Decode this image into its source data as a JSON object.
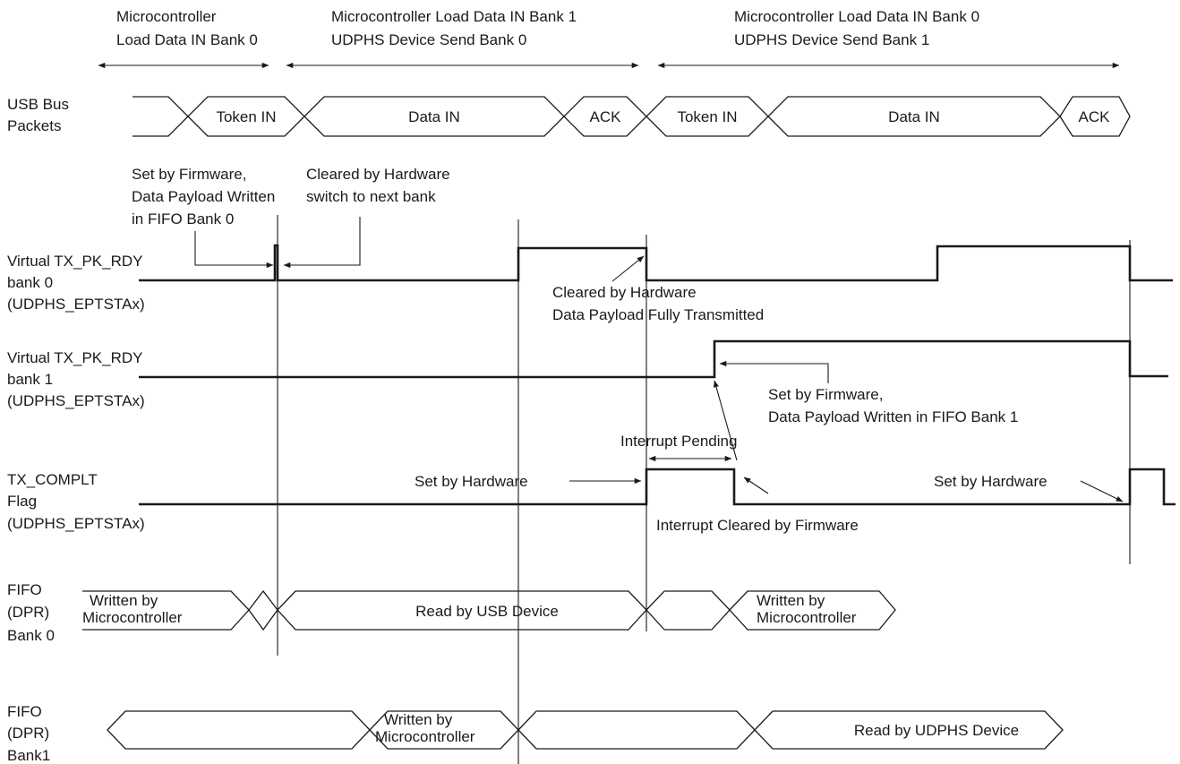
{
  "phases": [
    {
      "line1": "Microcontroller",
      "line2": "Load Data IN Bank 0"
    },
    {
      "line1": "Microcontroller Load Data IN Bank 1",
      "line2": "UDPHS Device Send Bank 0"
    },
    {
      "line1": "Microcontroller Load Data IN Bank 0",
      "line2": "UDPHS Device Send Bank 1"
    }
  ],
  "signals": {
    "usb_bus": [
      "USB Bus",
      "Packets"
    ],
    "tx_pk_rdy_bank0": [
      "Virtual TX_PK_RDY",
      "bank 0",
      "(UDPHS_EPTSTAx)"
    ],
    "tx_pk_rdy_bank1": [
      "Virtual TX_PK_RDY",
      "bank 1",
      "(UDPHS_EPTSTAx)"
    ],
    "tx_complt": [
      "TX_COMPLT",
      "Flag",
      "(UDPHS_EPTSTAx)"
    ],
    "fifo_bank0": [
      "FIFO",
      "(DPR)",
      "Bank 0"
    ],
    "fifo_bank1": [
      "FIFO",
      "(DPR)",
      "Bank1"
    ]
  },
  "packets": {
    "token_in_1": "Token IN",
    "data_in_1": "Data IN",
    "ack_1": "ACK",
    "token_in_2": "Token IN",
    "data_in_2": "Data IN",
    "ack_2": "ACK"
  },
  "fifo_bank0_segments": {
    "written_1": [
      "Written by",
      "Microcontroller"
    ],
    "read": "Read by USB Device",
    "written_2": [
      "Written by",
      "Microcontroller"
    ]
  },
  "fifo_bank1_segments": {
    "written": [
      "Written by",
      "Microcontroller"
    ],
    "read": "Read by UDPHS Device"
  },
  "annotations": {
    "set_fw_bank0": [
      "Set by Firmware,",
      "Data Payload Written",
      "in FIFO Bank 0"
    ],
    "cleared_hw_switch": [
      "Cleared by Hardware",
      "switch to next bank"
    ],
    "cleared_hw_tx": [
      "Cleared by Hardware",
      "Data Payload Fully Transmitted"
    ],
    "set_fw_bank1": [
      "Set by Firmware,",
      "Data Payload Written in FIFO Bank 1"
    ],
    "interrupt_pending": "Interrupt Pending",
    "set_by_hw_1": "Set by Hardware",
    "set_by_hw_2": "Set by Hardware",
    "interrupt_cleared": "Interrupt Cleared by Firmware"
  }
}
